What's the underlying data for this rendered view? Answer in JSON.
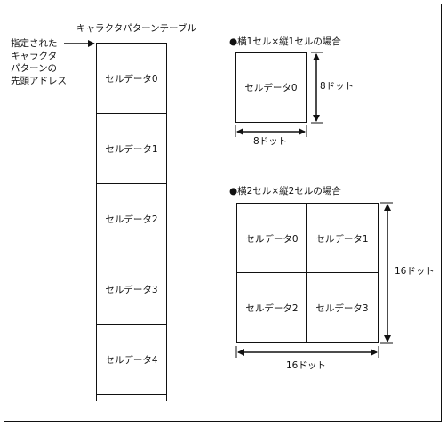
{
  "table": {
    "title": "キャラクタパターンテーブル",
    "pointer_label": [
      "指定された",
      "キャラクタ",
      "パターンの",
      "先頭アドレス"
    ],
    "cells": [
      "セルデータ0",
      "セルデータ1",
      "セルデータ2",
      "セルデータ3",
      "セルデータ4"
    ]
  },
  "small": {
    "heading": "●横1セル×縦1セルの場合",
    "cell": "セルデータ0",
    "width_label": "8ドット",
    "height_label": "8ドット"
  },
  "large": {
    "heading": "●横2セル×縦2セルの場合",
    "cells": [
      "セルデータ0",
      "セルデータ1",
      "セルデータ2",
      "セルデータ3"
    ],
    "width_label": "16ドット",
    "height_label": "16ドット"
  }
}
